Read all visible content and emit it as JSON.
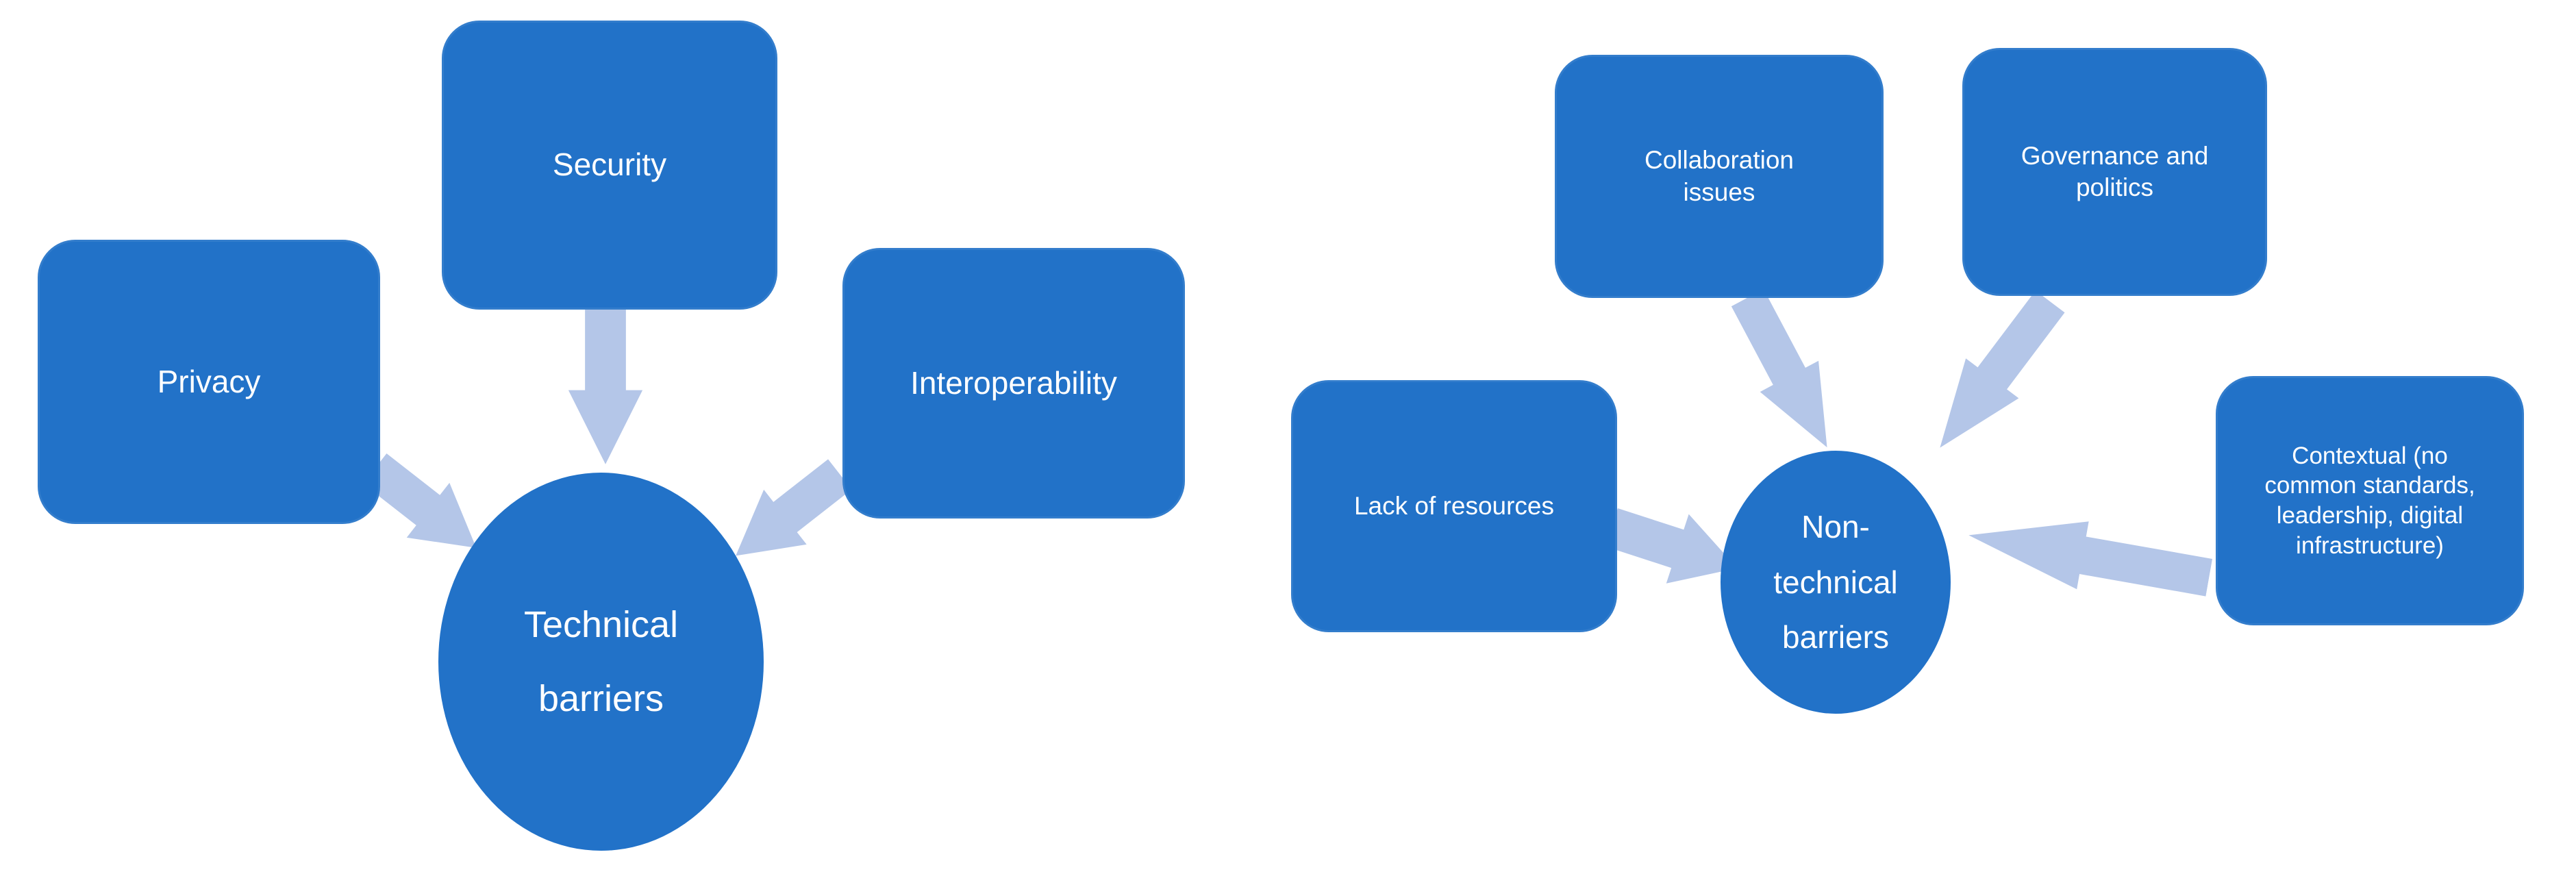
{
  "left_cluster": {
    "name": "Technical barriers",
    "center_label_lines": [
      "Technical",
      "barriers"
    ],
    "factors": [
      "Privacy",
      "Security",
      "Interoperability"
    ],
    "arrows": [
      {
        "from": "Privacy",
        "to": "Technical barriers"
      },
      {
        "from": "Security",
        "to": "Technical barriers"
      },
      {
        "from": "Interoperability",
        "to": "Technical barriers"
      }
    ]
  },
  "right_cluster": {
    "name": "Non-technical barriers",
    "center_label_lines": [
      "Non-",
      "technical",
      "barriers"
    ],
    "factors": [
      "Lack of resources",
      "Collaboration issues",
      "Governance and politics",
      "Contextual (no common standards, leadership, digital infrastructure)"
    ],
    "arrows": [
      {
        "from": "Lack of resources",
        "to": "Non-technical barriers"
      },
      {
        "from": "Collaboration issues",
        "to": "Non-technical barriers"
      },
      {
        "from": "Governance and politics",
        "to": "Non-technical barriers"
      },
      {
        "from": "Contextual (no common standards, leadership, digital infrastructure)",
        "to": "Non-technical barriers"
      }
    ]
  },
  "colors": {
    "shape_fill": "#2272c8",
    "arrow_fill": "#b4c6e8",
    "text": "#ffffff",
    "background": "#ffffff"
  }
}
